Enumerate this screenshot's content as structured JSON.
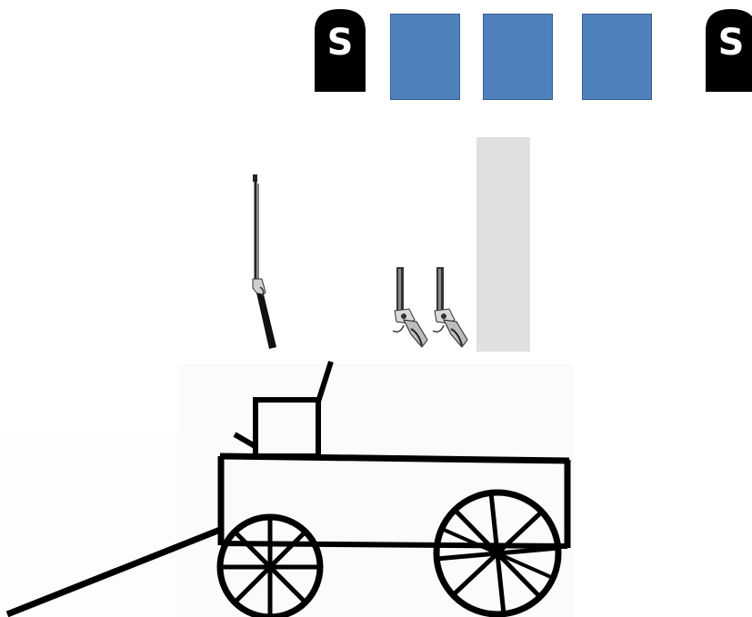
{
  "markers": [
    {
      "letter": "S"
    },
    {
      "letter": "S"
    }
  ],
  "slots": [
    {
      "state": "empty",
      "color": "#4f81bd"
    },
    {
      "state": "empty",
      "color": "#4f81bd"
    },
    {
      "state": "empty",
      "color": "#4f81bd"
    }
  ],
  "items": {
    "rifle_icon": "rifle-icon",
    "pistol_icons": [
      "revolver-icon",
      "revolver-icon"
    ],
    "wagon_icon": "wagon-icon"
  },
  "colors": {
    "slot_fill": "#4f81bd",
    "slot_border": "#385d8a",
    "marker_fill": "#000000",
    "panel_fill": "#e0e0e0"
  }
}
